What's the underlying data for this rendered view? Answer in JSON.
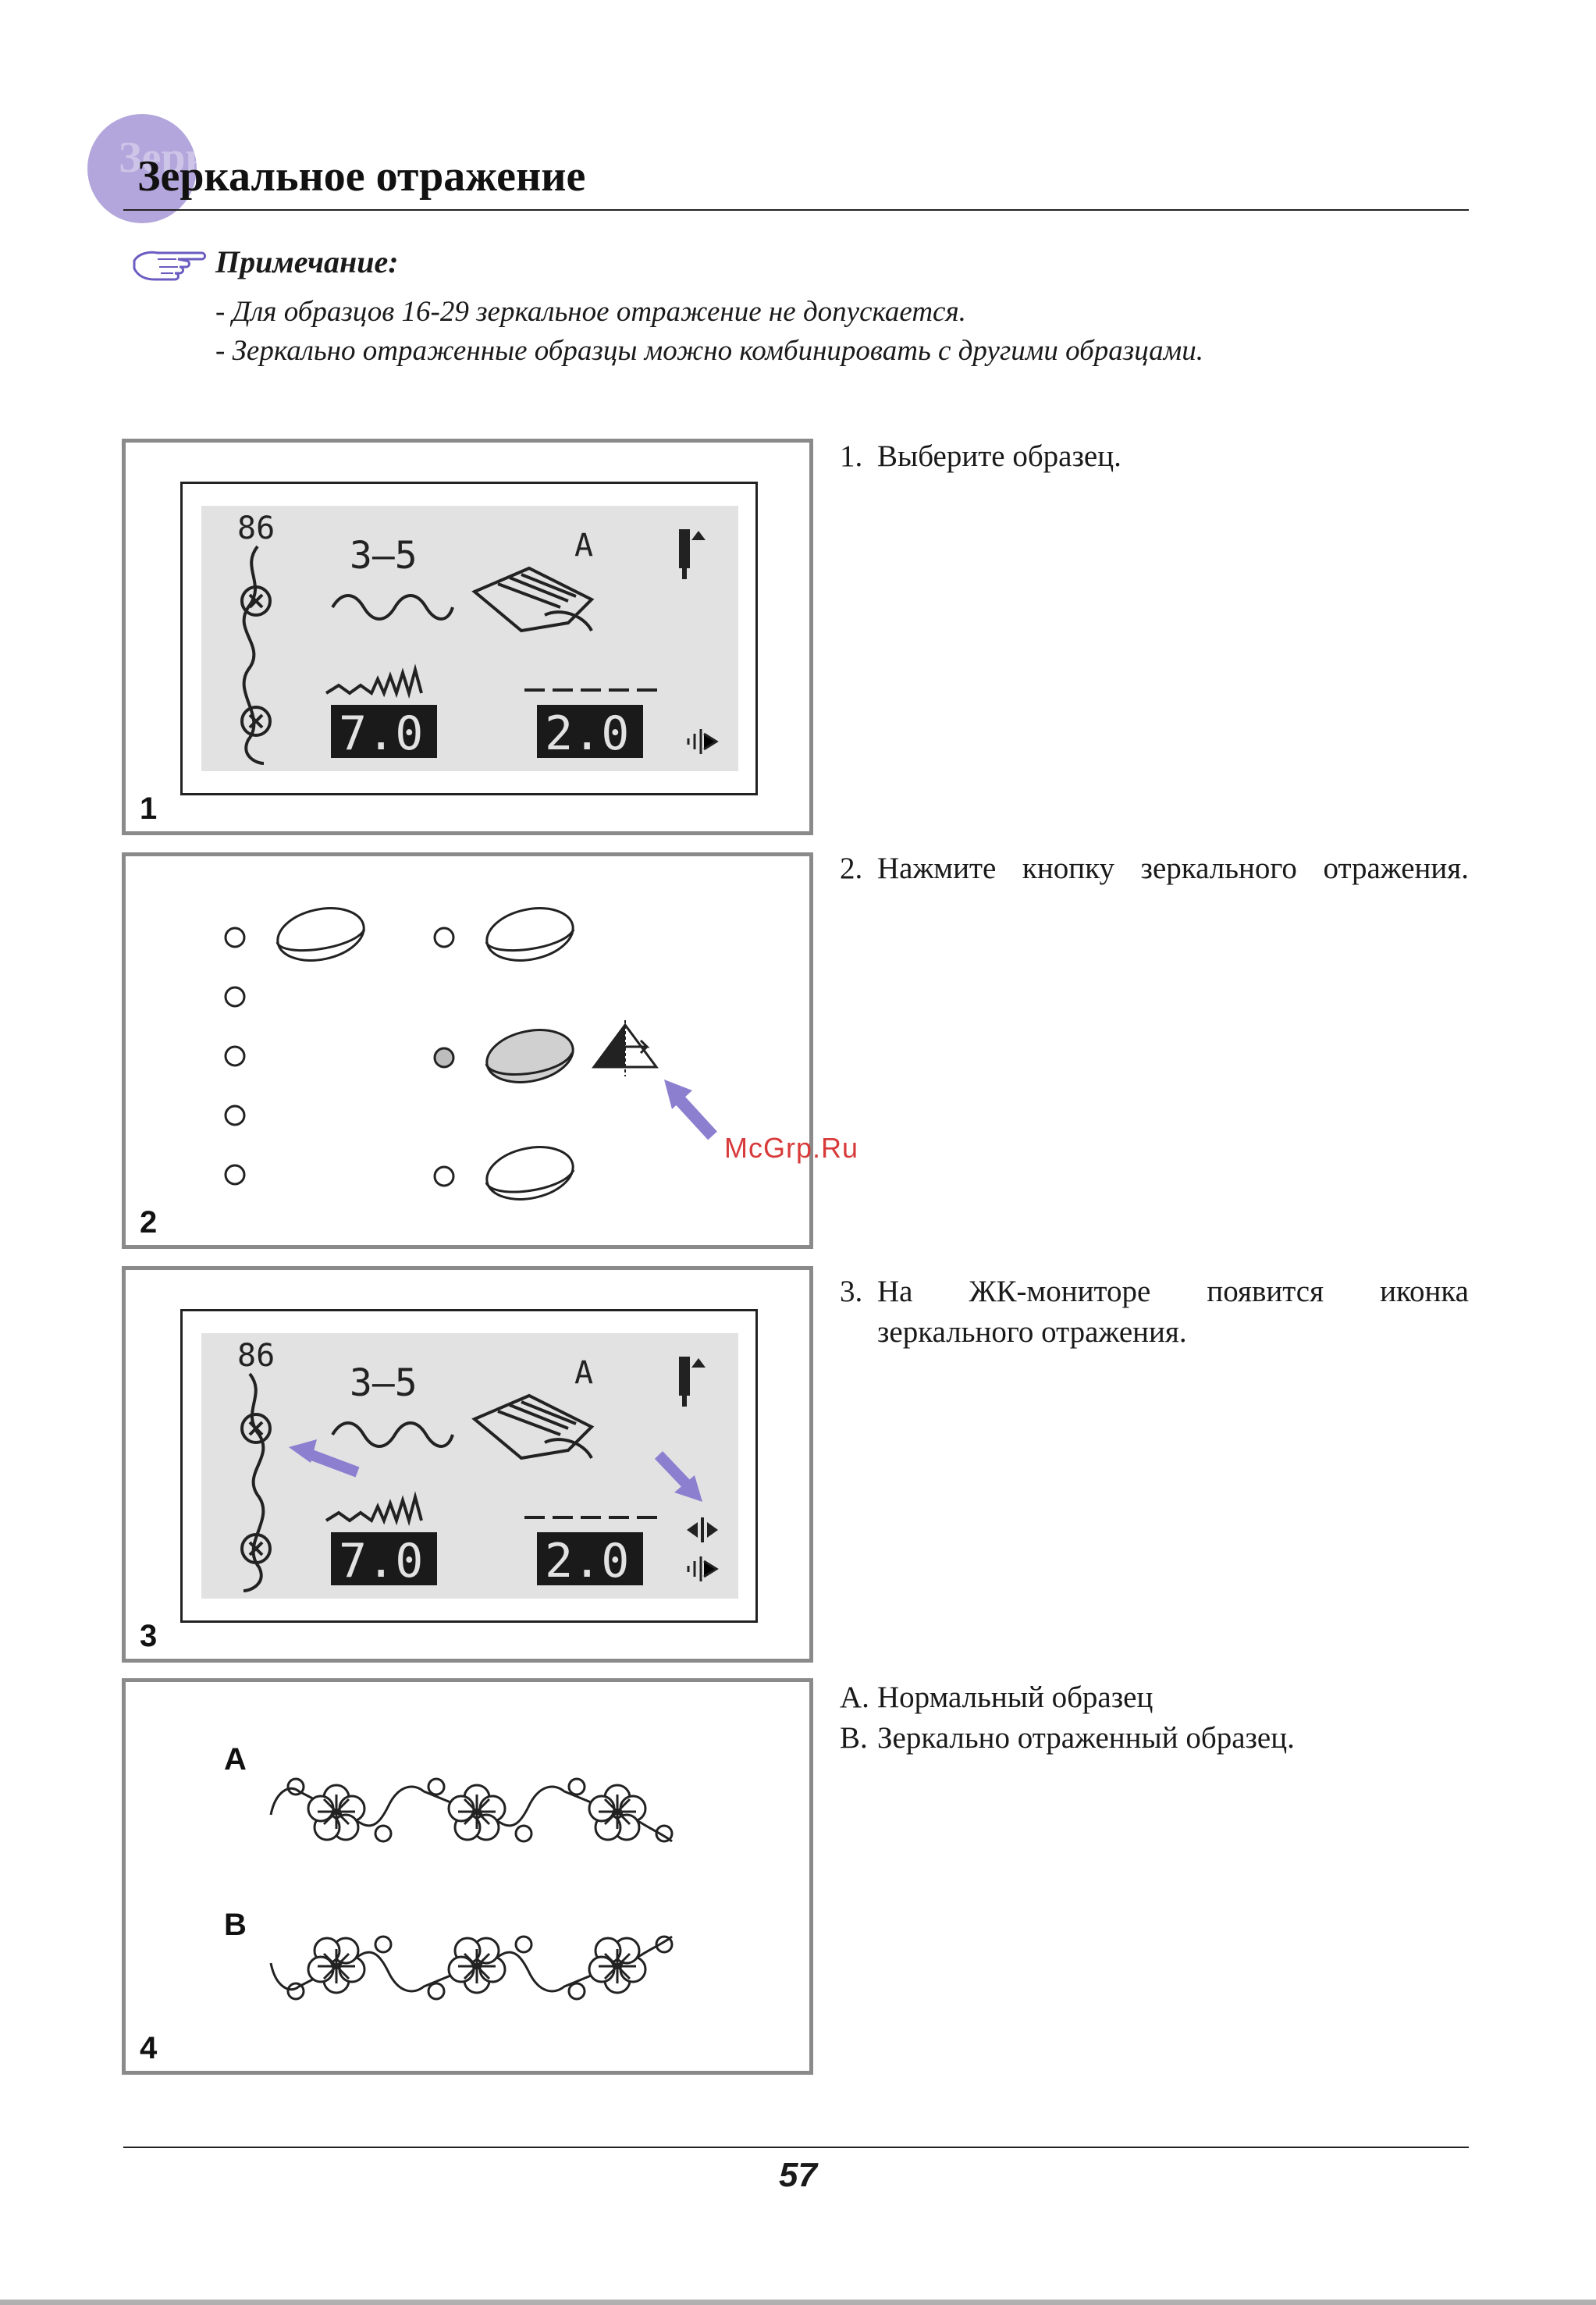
{
  "header": {
    "title": "Зеркальное отражение",
    "accent_color": "#b3a6dc"
  },
  "note": {
    "icon": "pointing-hand-icon",
    "heading": "Примечание:",
    "lines": [
      "- Для образцов 16-29 зеркальное отражение не допускается.",
      "- Зеркально отраженные образцы можно комбинировать с другими образцами."
    ]
  },
  "lcd": {
    "pattern_number": "86",
    "range": "3–5",
    "foot": "A",
    "width_value": "7.0",
    "length_value": "2.0"
  },
  "figures": [
    {
      "number": "1"
    },
    {
      "number": "2"
    },
    {
      "number": "3"
    },
    {
      "number": "4",
      "label_a": "A",
      "label_b": "B"
    }
  ],
  "steps": {
    "step1": {
      "num": "1.",
      "text": "Выберите образец."
    },
    "step2": {
      "num": "2.",
      "words": [
        "Нажмите",
        "кнопку",
        "зеркального",
        "отражения."
      ]
    },
    "step3": {
      "num": "3.",
      "words": [
        "На",
        "ЖК-мониторе",
        "появится",
        "иконка"
      ],
      "line2": "зеркального отражения."
    },
    "step4": {
      "a_num": "A.",
      "a_text": "Нормальный образец",
      "b_num": "B.",
      "b_text": "Зеркально отраженный образец."
    }
  },
  "watermark": "McGrp.Ru",
  "page_number": "57",
  "colors": {
    "arrow": "#8c7fd0",
    "button_pressed": "#d0d0d0",
    "lcd_bg": "#e2e2e2"
  }
}
